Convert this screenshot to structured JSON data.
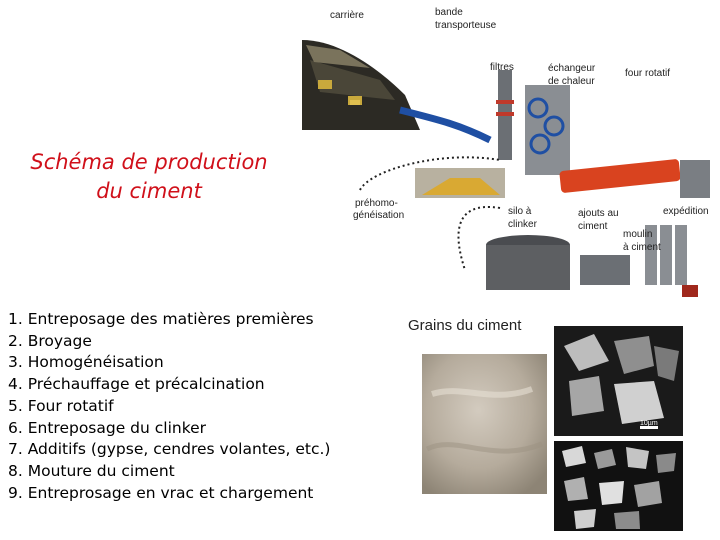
{
  "title": {
    "line1": "Schéma de production",
    "line2": "du ciment"
  },
  "steps": [
    "1. Entreposage des matières premières",
    "2. Broyage",
    "3. Homogénéisation",
    "4. Préchauffage et précalcination",
    "5. Four rotatif",
    "6. Entreposage du clinker",
    "7. Additifs (gypse, cendres volantes, etc.)",
    "8. Mouture du ciment",
    "9. Entreprosage en vrac et chargement"
  ],
  "diagram": {
    "carriere": "carrière",
    "bande_line1": "bande",
    "bande_line2": "transporteuse",
    "filtres": "filtres",
    "echangeur_line1": "échangeur",
    "echangeur_line2": "de chaleur",
    "four": "four rotatif",
    "prehomo_line1": "préhomo-",
    "prehomo_line2": "généisation",
    "silo_line1": "silo à",
    "silo_line2": "clinker",
    "ajouts_line1": "ajouts au",
    "ajouts_line2": "ciment",
    "expedition": "expédition",
    "moulin_line1": "moulin",
    "moulin_line2": "à ciment"
  },
  "grains": {
    "title": "Grains du ciment",
    "scale": "10µm"
  },
  "colors": {
    "title": "#d0101a",
    "kiln": "#d9431f",
    "belt": "#1f4fa3",
    "quarry": "#2c2a24",
    "silo": "#5d5f62"
  }
}
